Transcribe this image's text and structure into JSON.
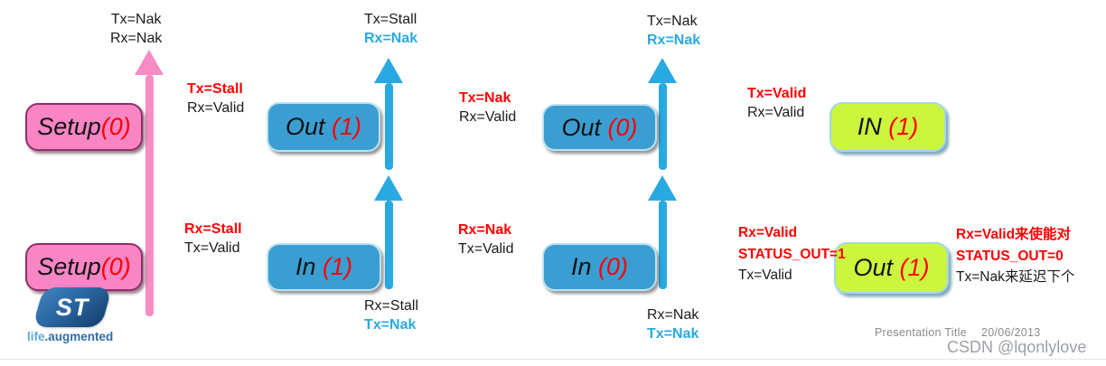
{
  "colors": {
    "pink_fill": "#FA85C5",
    "pink_border": "#8E3168",
    "blue_fill": "#3B9ED2",
    "green_fill": "#CCF53E",
    "arrow_pink": "#F78BC4",
    "arrow_blue": "#29A9E1",
    "label_red": "#FF0000",
    "label_blue": "#29A9E1"
  },
  "boxes": {
    "setup_top": {
      "name": "Setup",
      "num": "(0)"
    },
    "setup_bottom": {
      "name": "Setup",
      "num": "(0)"
    },
    "out1_blue": {
      "name": "Out ",
      "num": "(1)"
    },
    "in1_blue": {
      "name": "In ",
      "num": "(1)"
    },
    "out0_blue": {
      "name": "Out ",
      "num": "(0)"
    },
    "in0_blue": {
      "name": "In ",
      "num": "(0)"
    },
    "in1_green": {
      "name": "IN ",
      "num": "(1)"
    },
    "out1_green": {
      "name": "Out ",
      "num": "(1)"
    }
  },
  "labels": {
    "c1_arrow_top": {
      "l1": "Tx=Nak",
      "l2": "Rx=Nak"
    },
    "c2_arrow_top": {
      "l1": "Tx=Stall",
      "l2": "Rx=Nak"
    },
    "c3_arrow_top": {
      "l1": "Tx=Nak",
      "l2": "Rx=Nak"
    },
    "c2_side_top": {
      "l1": "Tx=Stall",
      "l2": "Rx=Valid"
    },
    "c3_side_top": {
      "l1": "Tx=Nak",
      "l2": "Rx=Valid"
    },
    "c4_side_top": {
      "l1": "Tx=Valid",
      "l2": "Rx=Valid"
    },
    "c2_side_bottom": {
      "l1": "Rx=Stall",
      "l2": "Tx=Valid"
    },
    "c3_side_bottom": {
      "l1": "Rx=Nak",
      "l2": "Tx=Valid"
    },
    "c4_side_bottom": {
      "l1": "Rx=Valid",
      "l2": "STATUS_OUT=1",
      "l3": "Tx=Valid"
    },
    "c2_arrow_bottom": {
      "l1": "Rx=Stall",
      "l2": "Tx=Nak"
    },
    "c3_arrow_bottom": {
      "l1": "Rx=Nak",
      "l2": "Tx=Nak"
    },
    "note_right": {
      "l1": "Rx=Valid来使能对",
      "l2": "STATUS_OUT=0",
      "l3": "Tx=Nak来延迟下个"
    }
  },
  "footer": {
    "presentation_title": "Presentation Title",
    "date": "20/06/2013",
    "watermark": "CSDN @lqonlylove"
  },
  "logo": {
    "monogram": "ST",
    "tagline_life": "life",
    "tagline_rest": ".augmented"
  }
}
